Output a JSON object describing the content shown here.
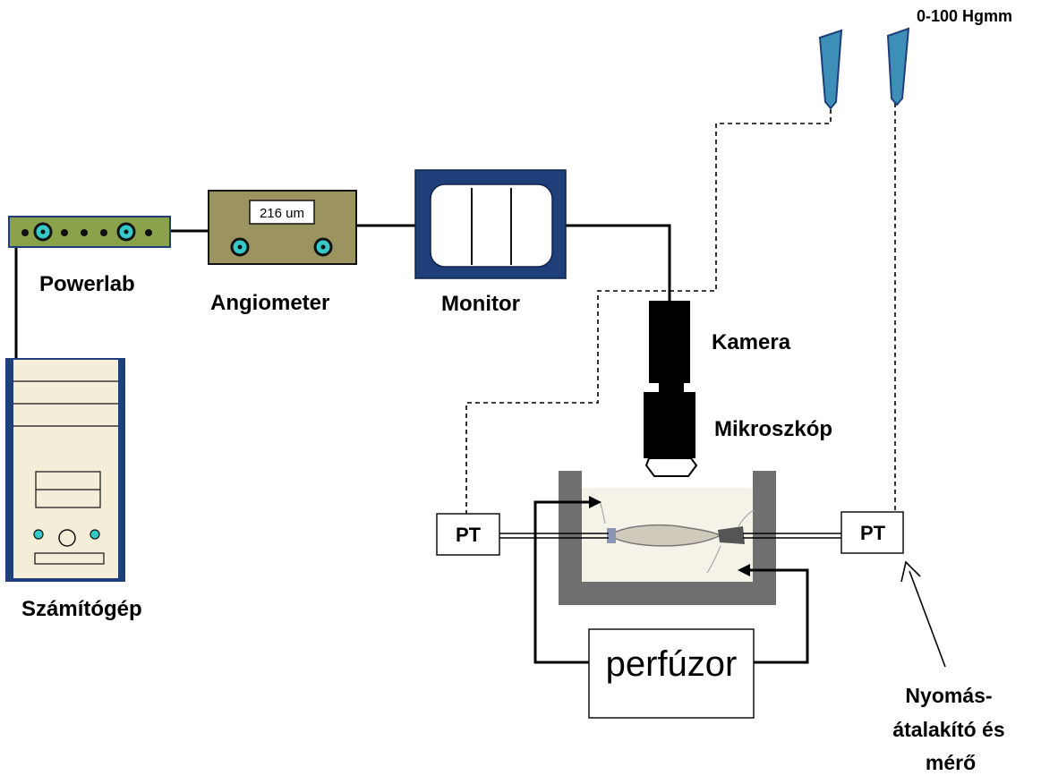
{
  "labels": {
    "pressure_range": "0-100 Hgmm",
    "powerlab": "Powerlab",
    "angiometer": "Angiometer",
    "angiometer_display": "216 um",
    "monitor": "Monitor",
    "kamera": "Kamera",
    "mikroszkop": "Mikroszkóp",
    "szamitogep": "Számítógép",
    "pt_left": "PT",
    "pt_right": "PT",
    "perfuzor": "perfúzor",
    "transducer_line1": "Nyomás-",
    "transducer_line2": "átalakító és",
    "transducer_line3": "mérő"
  },
  "colors": {
    "device_olive": "#9b9460",
    "powerlab_green": "#8aa24a",
    "port_cyan": "#35c9c9",
    "navy": "#1f3f7a",
    "computer_fill": "#f4eed8",
    "reservoir_blue": "#3d8fb8",
    "chamber_gray": "#6f6f6f",
    "bath_bg": "#f5f3e8"
  },
  "icons": {
    "reservoirs": "pressure-reservoir-icon",
    "camera": "camera-icon",
    "microscope": "microscope-icon",
    "computer": "computer-tower-icon"
  }
}
